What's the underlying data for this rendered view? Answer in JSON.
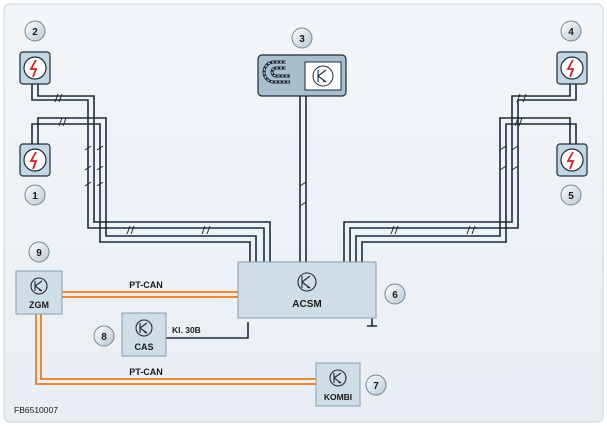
{
  "diagram": {
    "figure_id": "FB6510007",
    "modules": {
      "zgm": "ZGM",
      "acsm": "ACSM",
      "cas": "CAS",
      "kombi": "KOMBI"
    },
    "bus_labels": {
      "pt_can_top": "PT-CAN",
      "pt_can_bottom": "PT-CAN",
      "kl30b": "Kl. 30B"
    },
    "callouts": {
      "n1": "1",
      "n2": "2",
      "n3": "3",
      "n4": "4",
      "n5": "5",
      "n6": "6",
      "n7": "7",
      "n8": "8",
      "n9": "9"
    },
    "colors": {
      "frame_bg": "#eef2f6",
      "module_fill": "#cfdde6",
      "sensor_fill": "#c4d6e2",
      "wire_dark": "#1c2b3a",
      "can_orange": "#e88a3a",
      "sensor_red": "#d42020",
      "callout_fill": "#dde6ee"
    },
    "icons": {
      "sensor": "crash-sensor-icon",
      "ecu": "transistor-icon",
      "seat_occupancy": "seat-mat-icon"
    }
  }
}
